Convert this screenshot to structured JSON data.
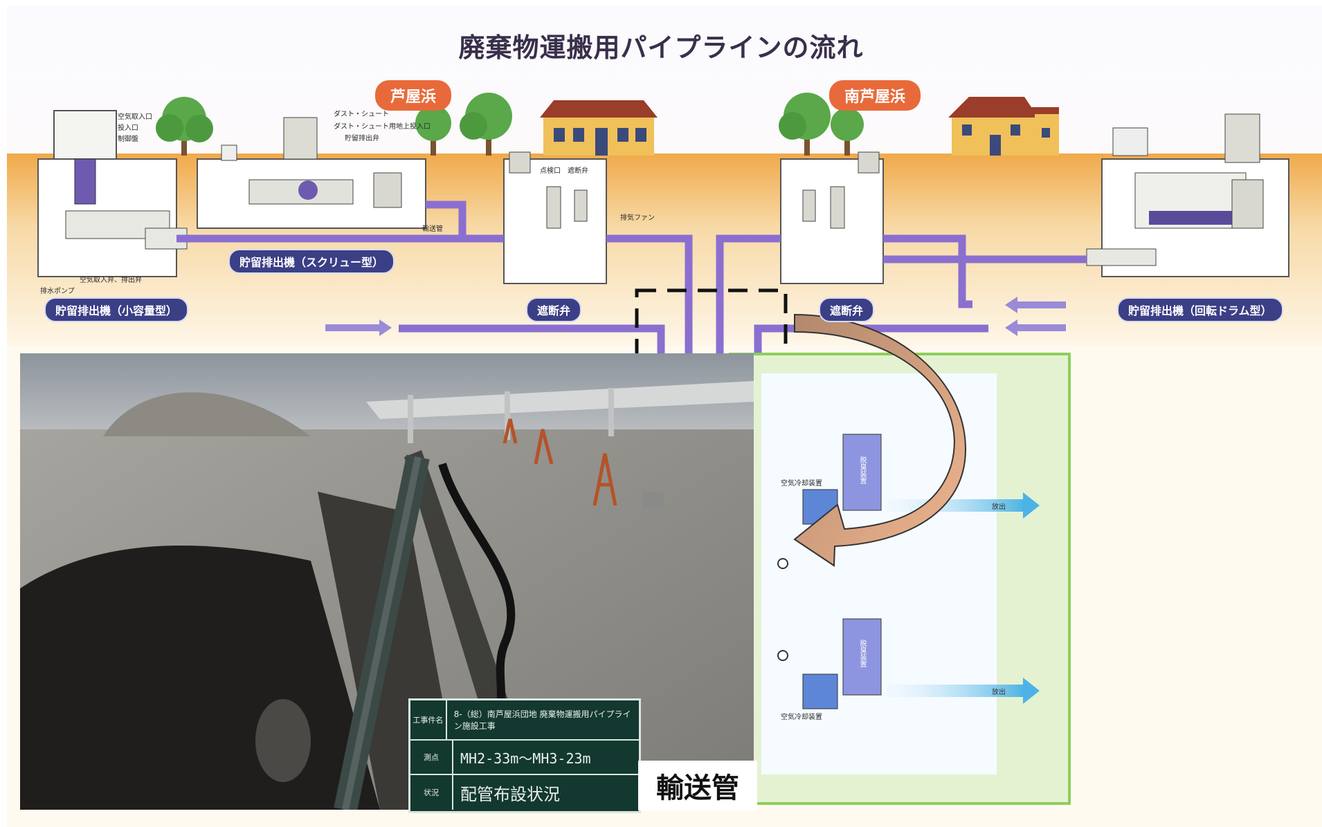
{
  "title": "廃棄物運搬用パイプラインの流れ",
  "places": {
    "left": "芦屋浜",
    "right": "南芦屋浜"
  },
  "equipment_labels": {
    "small_type": "貯留排出機（小容量型）",
    "screw_type": "貯留排出機（スクリュー型）",
    "shutoff_left": "遮断弁",
    "shutoff_right": "遮断弁",
    "drum_type": "貯留排出機（回転ドラム型）"
  },
  "small_labels": {
    "air_intake": "空気取入口",
    "input_port": "投入口",
    "control_panel": "制御盤",
    "dust_chute": "ダスト・シュート",
    "dust_chute_ground": "ダスト・シュート用地上投入口",
    "storage_valve": "貯留排出弁",
    "transport_pipe": "輸送管",
    "drain_pump": "排水ポンプ",
    "air_inlet_valve": "空気取入弁、排出弁",
    "inspection_port": "点検口",
    "shutoff_valve": "遮断弁",
    "exhaust_fan": "排気ファン",
    "air_cooler": "空気冷却装置",
    "deodorizer": "脱臭装置",
    "release": "放出"
  },
  "photo": {
    "sign_rows": [
      {
        "key": "工事件名",
        "value": "8-（総）南芦屋浜団地 廃棄物運搬用パイプライン施設工事"
      },
      {
        "key": "測点",
        "value": "MH2-33m～MH3-23m"
      },
      {
        "key": "状況",
        "value": "配管布設状況"
      }
    ]
  },
  "caption": "輸送管",
  "colors": {
    "pipe": "#8a6fd0",
    "ground": "#f2b55a",
    "arrow_fill": "#d9a07a",
    "green_border": "#8ccf5a",
    "place_badge": "#e86a3a",
    "label_pill": "#3b3f86"
  }
}
